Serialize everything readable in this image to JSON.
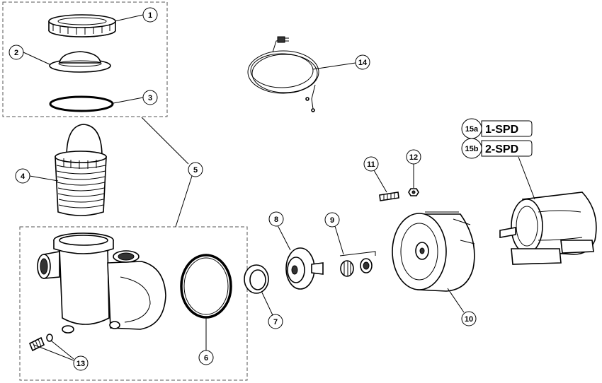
{
  "callouts": {
    "c1": "1",
    "c2": "2",
    "c3": "3",
    "c4": "4",
    "c5": "5",
    "c6": "6",
    "c7": "7",
    "c8": "8",
    "c9": "9",
    "c10": "10",
    "c11": "11",
    "c12": "12",
    "c13": "13",
    "c14": "14"
  },
  "motor_options": [
    {
      "badge": "15a",
      "label": "1-SPD"
    },
    {
      "badge": "15b",
      "label": "2-SPD"
    }
  ]
}
